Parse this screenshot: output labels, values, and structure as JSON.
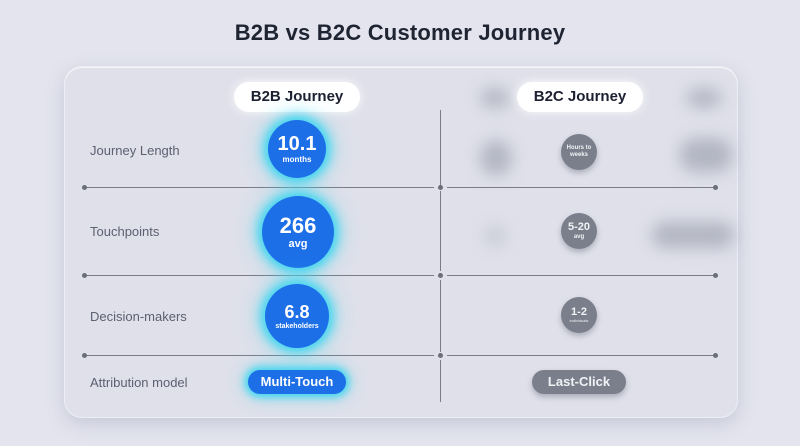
{
  "title": "B2B vs B2C Customer Journey",
  "columns": {
    "b2b": "B2B Journey",
    "b2c": "B2C Journey"
  },
  "rows": [
    {
      "label": "Journey Length",
      "b2b": {
        "value": "10.1",
        "unit": "months"
      },
      "b2c": {
        "value": "Hours to",
        "unit": "weeks"
      }
    },
    {
      "label": "Touchpoints",
      "b2b": {
        "value": "266",
        "unit": "avg"
      },
      "b2c": {
        "value": "5-20",
        "unit": "avg"
      }
    },
    {
      "label": "Decision-makers",
      "b2b": {
        "value": "6.8",
        "unit": "stakeholders"
      },
      "b2c": {
        "value": "1-2",
        "unit": "individuals"
      }
    },
    {
      "label": "Attribution model",
      "b2b": {
        "value": "Multi-Touch"
      },
      "b2c": {
        "value": "Last-Click"
      }
    }
  ],
  "colors": {
    "b2b_accent": "#1d6fe8",
    "b2b_glow": "#3fd6ef",
    "b2c_accent": "#7b7f8b",
    "background": "#e3e4ee",
    "title": "#1f2433"
  }
}
